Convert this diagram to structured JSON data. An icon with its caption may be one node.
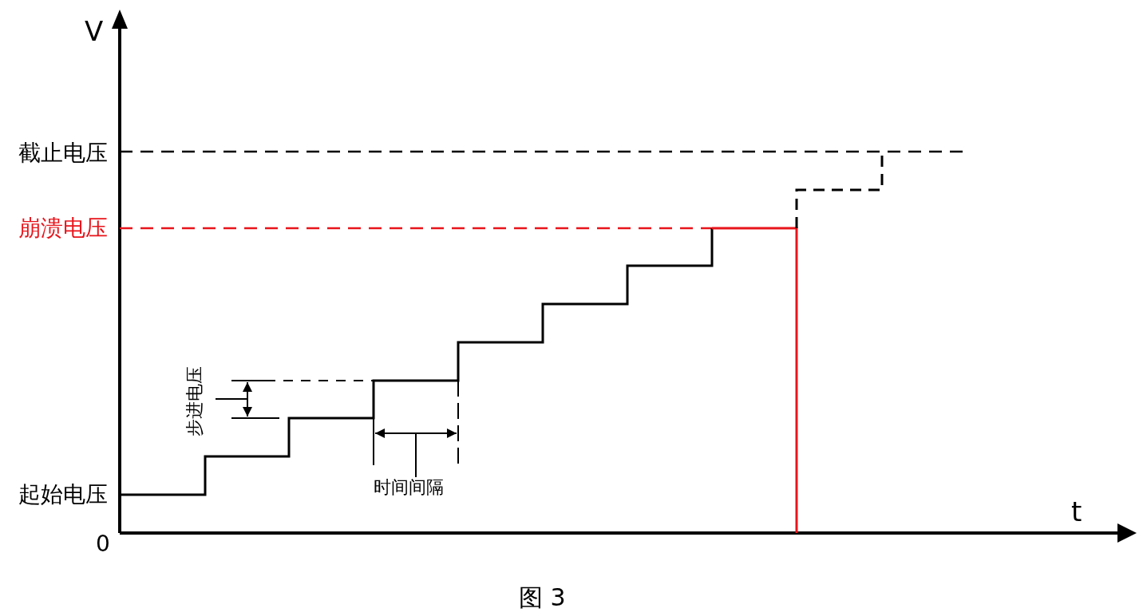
{
  "diagram": {
    "caption": "图 3",
    "labels": [
      "V",
      "截止电压",
      "崩溃电压",
      "步进电压",
      "时间间隔",
      "起始电压",
      "t",
      "0"
    ]
  }
}
